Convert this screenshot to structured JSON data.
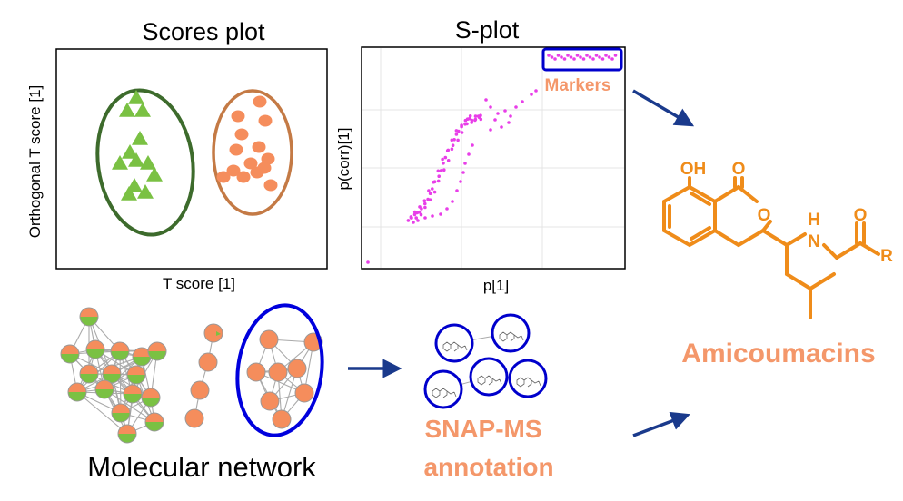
{
  "scores_plot": {
    "title": "Scores plot",
    "xlabel": "T score [1]",
    "ylabel": "Orthogonal T score [1]",
    "group_green_color": "#7ac143",
    "group_orange_color": "#f58d5c",
    "ellipse_green_color": "#3d6b2c",
    "ellipse_orange_color": "#c47a45"
  },
  "s_plot": {
    "title": "S-plot",
    "xlabel": "p[1]",
    "ylabel": "p(corr)[1]",
    "markers_label": "Markers",
    "point_color": "#e83ee8",
    "box_color": "#0000cc"
  },
  "network": {
    "label": "Molecular network",
    "highlight_color": "#0000dd"
  },
  "snap_ms": {
    "label_line1": "SNAP-MS",
    "label_line2": "annotation",
    "color": "#f4976a"
  },
  "molecule": {
    "name": "Amicoumacins",
    "color": "#ef8c1a",
    "label_color": "#f4976a",
    "atoms": {
      "oh": "OH",
      "o_carbonyl": "O",
      "o_ring": "O",
      "h": "H",
      "n": "N",
      "o_amide": "O",
      "r": "R"
    }
  },
  "arrow_color": "#1a3a8c"
}
